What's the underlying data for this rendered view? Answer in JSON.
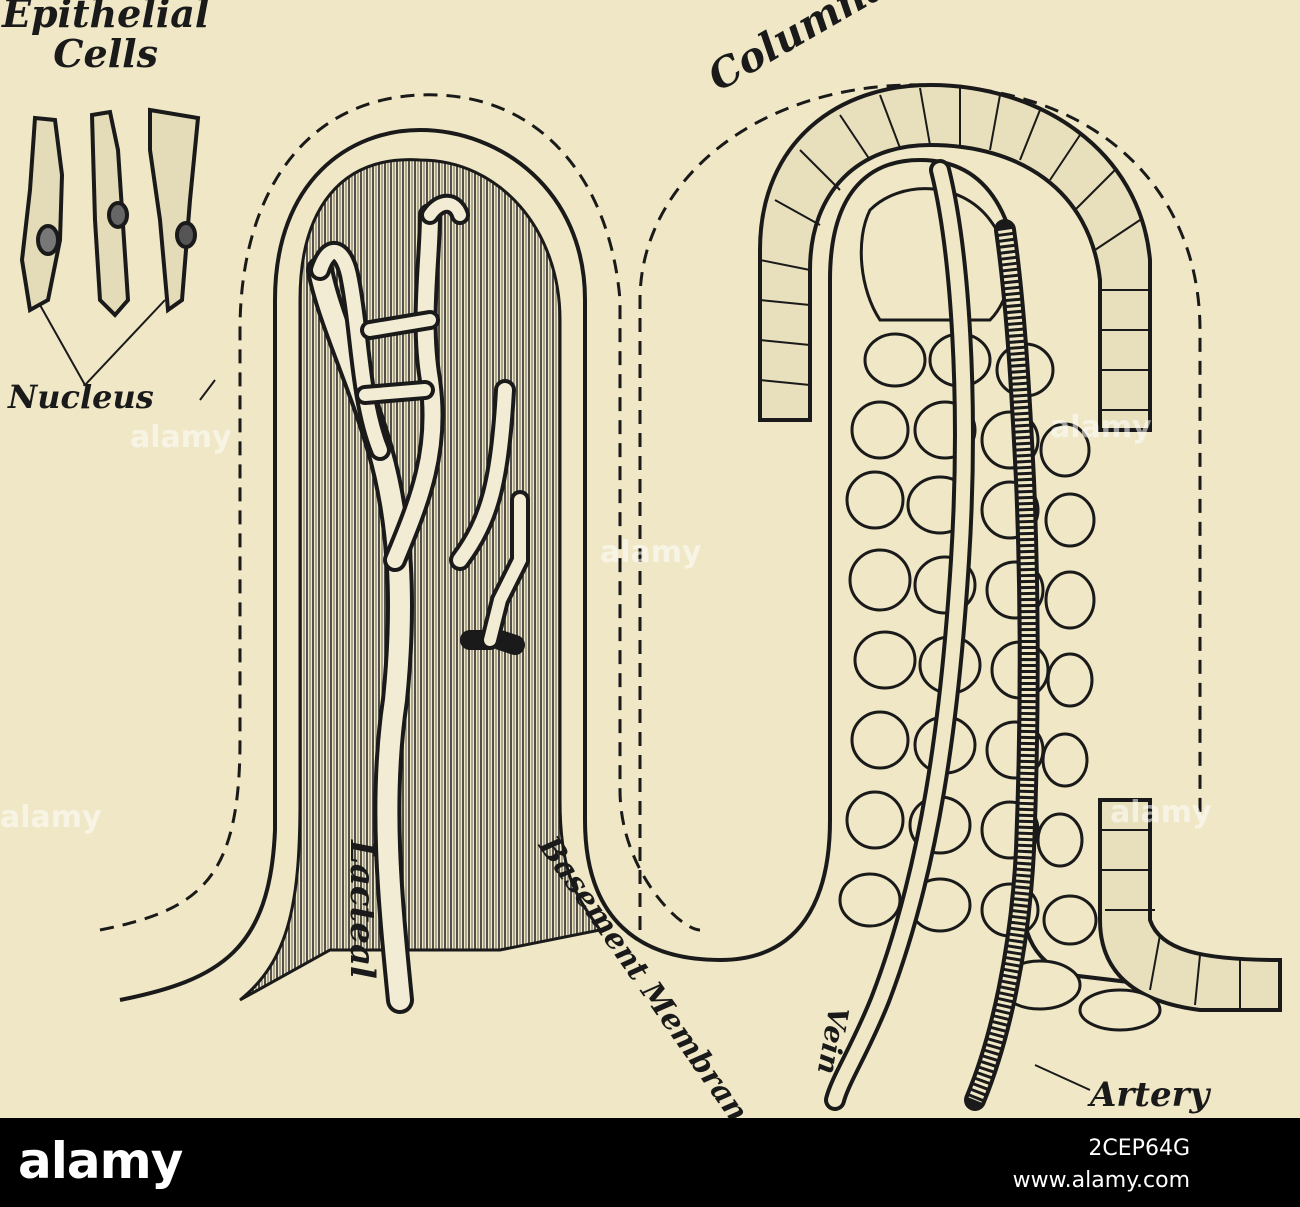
{
  "figure": {
    "labels": {
      "epithelial_cells_line1": "Epithelial",
      "epithelial_cells_line2": "Cells",
      "nucleus": "Nucleus",
      "columnar_epithelium": "Columnar Epithelium",
      "lacteal": "Lacteal",
      "basement_membrane": "Basement Membrane",
      "vein": "Vein",
      "artery": "Artery"
    },
    "colors": {
      "paper": "#efe7c5",
      "ink": "#1a1a1a"
    }
  },
  "watermark": {
    "text": "alamy"
  },
  "footer": {
    "logo": "alamy",
    "image_id": "2CEP64G",
    "site": "www.alamy.com"
  }
}
